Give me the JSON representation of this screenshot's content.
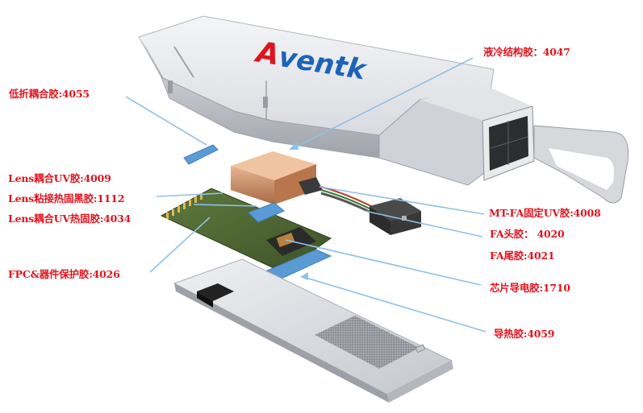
{
  "brand": {
    "logo_first": "A",
    "logo_rest": "ventk"
  },
  "colors": {
    "label_text": "#e0141e",
    "leader_line": "#8ec1e8",
    "logo_blue": "#1d63b8",
    "logo_red": "#e0141e",
    "adhesive_blue": "#5b9bd5"
  },
  "labels": {
    "structural_glue": "液冷结构胶：4047",
    "low_fold_coupling": "低折耦合胶:4055",
    "lens_uv_coupling": "Lens耦合UV胶:4009",
    "lens_black_bond": "Lens粘接热固黑胶:1112",
    "lens_uv_thermal": "Lens耦合UV热固胶:4034",
    "fpc_protect": "FPC&器件保护胶:4026",
    "mtfa_uv": "MT-FA固定UV胶:4008",
    "fa_head": "FA头胶： 4020",
    "fa_tail": "FA尾胶:4021",
    "chip_conductive": "芯片导电胶:1710",
    "thermal_glue": "导热胶:4059"
  }
}
